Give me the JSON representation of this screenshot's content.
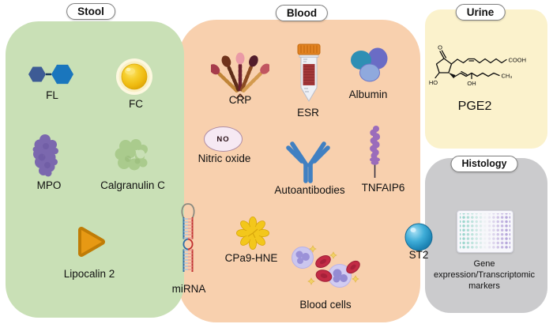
{
  "figure": {
    "panels": {
      "stool": {
        "title": "Stool",
        "items": {
          "fl": {
            "label": "FL"
          },
          "fc": {
            "label": "FC"
          },
          "mpo": {
            "label": "MPO"
          },
          "calgranulin_c": {
            "label": "Calgranulin C"
          },
          "lipocalin_2": {
            "label": "Lipocalin 2"
          }
        }
      },
      "blood": {
        "title": "Blood",
        "items": {
          "crp": {
            "label": "CRP"
          },
          "esr": {
            "label": "ESR"
          },
          "albumin": {
            "label": "Albumin"
          },
          "nitric_oxide": {
            "label": "Nitric oxide",
            "symbol": "NO"
          },
          "autoantibodies": {
            "label": "Autoantibodies"
          },
          "tnfaip6": {
            "label": "TNFAIP6"
          },
          "cpa9_hne": {
            "label": "CPa9-HNE"
          },
          "mirna": {
            "label": "miRNA"
          },
          "blood_cells": {
            "label": "Blood cells"
          },
          "st2": {
            "label": "ST2"
          }
        }
      },
      "urine": {
        "title": "Urine",
        "items": {
          "pge2": {
            "label": "PGE2",
            "structure": {
              "o": "O",
              "cooh": "COOH",
              "oh": "OH",
              "ho": "HO",
              "ch3": "CH₃"
            }
          }
        }
      },
      "histology": {
        "title": "Histology",
        "items": {
          "gene_expression": {
            "label": "Gene expression/Transcriptomic markers"
          }
        }
      }
    },
    "colors": {
      "stool_panel": "#c9e0b6",
      "blood_panel": "#f8d0ae",
      "urine_panel": "#fbf2cc",
      "histology_panel": "#cbcbcd",
      "label_pill_bg": "#ffffff"
    }
  }
}
